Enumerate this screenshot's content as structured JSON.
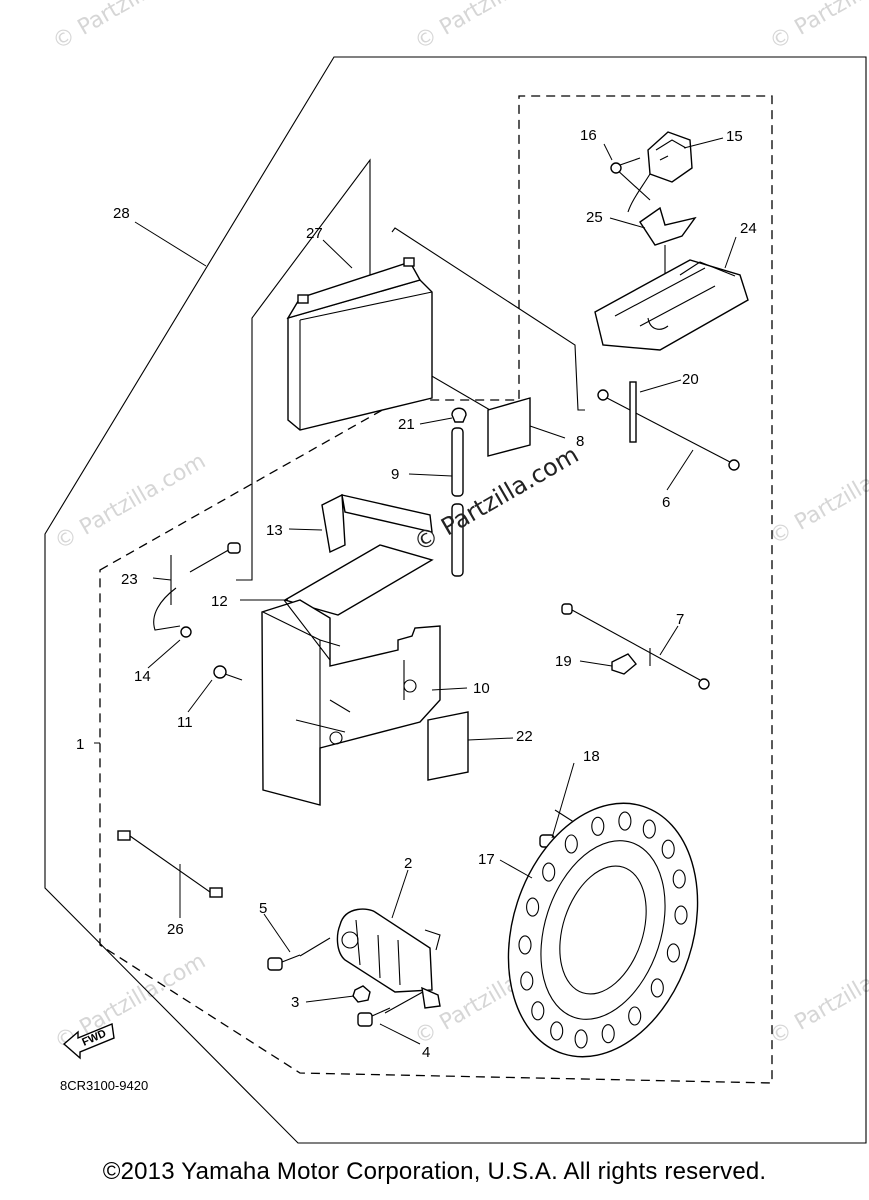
{
  "watermark": "© Partzilla",
  "center_watermark": "© Partzilla.com",
  "watermark_com": "© Partzilla.com",
  "diagram_ref": "8CR3100-9420",
  "fwd_label": "FWD",
  "copyright": "©2013 Yamaha Motor Corporation, U.S.A. All rights reserved.",
  "callouts": {
    "c1": "1",
    "c2": "2",
    "c3": "3",
    "c4": "4",
    "c5": "5",
    "c6": "6",
    "c7": "7",
    "c8": "8",
    "c9": "9",
    "c10": "10",
    "c11": "11",
    "c12": "12",
    "c13": "13",
    "c14": "14",
    "c15": "15",
    "c16": "16",
    "c17": "17",
    "c18": "18",
    "c19": "19",
    "c20": "20",
    "c21": "21",
    "c22": "22",
    "c23": "23",
    "c24": "24",
    "c25": "25",
    "c26": "26",
    "c27": "27",
    "c28": "28"
  }
}
